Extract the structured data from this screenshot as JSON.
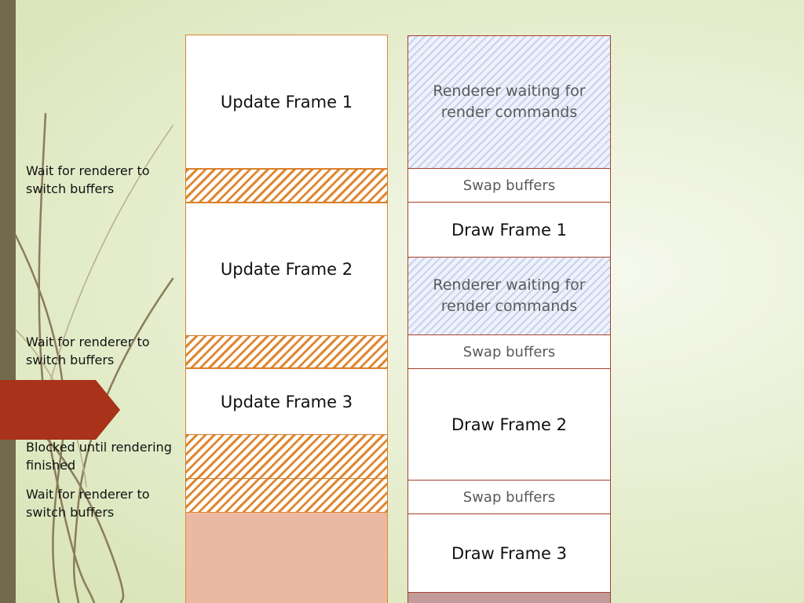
{
  "left_column": {
    "update_frame_1": "Update Frame 1",
    "update_frame_2": "Update Frame 2",
    "update_frame_3": "Update Frame 3"
  },
  "right_column": {
    "renderer_waiting_1": "Renderer waiting for render commands",
    "swap_buffers_1": "Swap buffers",
    "draw_frame_1": "Draw Frame 1",
    "renderer_waiting_2": "Renderer waiting for render commands",
    "swap_buffers_2": "Swap buffers",
    "draw_frame_2": "Draw Frame 2",
    "swap_buffers_3": "Swap buffers",
    "draw_frame_3": "Draw Frame 3"
  },
  "notes": {
    "wait_1": "Wait for renderer to switch buffers",
    "wait_2": "Wait for renderer to switch buffers",
    "blocked": "Blocked until rendering finished",
    "wait_3": "Wait for renderer to switch buffers"
  },
  "colors": {
    "update_border": "#e0872f",
    "render_border": "#a7412d",
    "hatch_orange": "#e0872f",
    "hatch_blue": "#c7d2ec",
    "salmon_fill": "#ebb9a2",
    "mauve_fill": "#c39b9b",
    "left_bar": "#736a4e",
    "red_tab": "#a8321a"
  }
}
